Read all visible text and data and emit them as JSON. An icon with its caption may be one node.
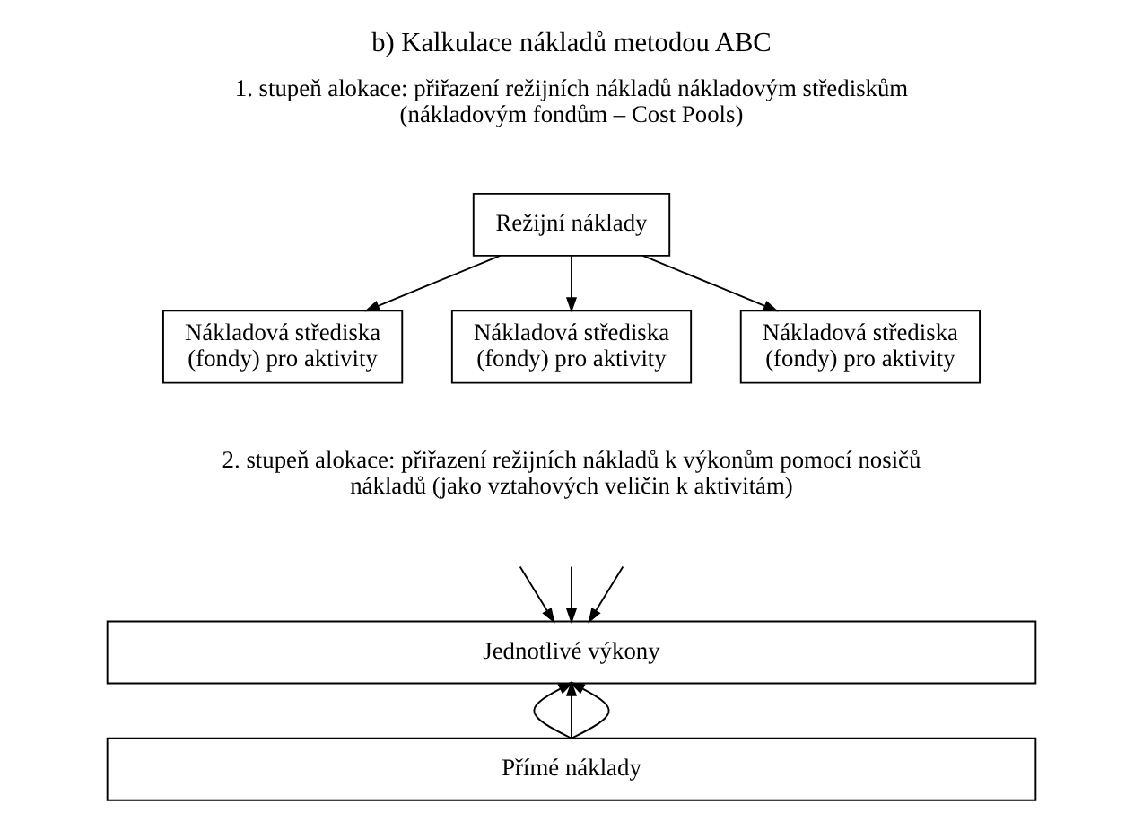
{
  "diagram": {
    "title": "b) Kalkulace nákladů metodou ABC",
    "nodes": [
      {
        "text": [
          "Režijní náklady"
        ]
      },
      {
        "text": [
          "Nákladová střediska (fondy) pro aktivity"
        ]
      },
      {
        "text": [
          "Nákladová střediska (fondy) pro aktivity"
        ]
      },
      {
        "text": [
          "Nákladová střediska (fondy) pro aktivity"
        ]
      },
      {
        "text": [
          "Jednotlivé výkony"
        ]
      },
      {
        "text": [
          "Přímé náklady"
        ]
      }
    ],
    "edges": [
      {
        "from": 0,
        "to": 1,
        "arrow": "to"
      },
      {
        "from": 0,
        "to": 2,
        "arrow": "to"
      },
      {
        "from": 0,
        "to": 3,
        "arrow": "to"
      },
      {
        "from": null,
        "to": 4,
        "arrow": "to"
      },
      {
        "from": null,
        "to": 4,
        "arrow": "to"
      },
      {
        "from": null,
        "to": 4,
        "arrow": "to"
      },
      {
        "from": 5,
        "to": 4,
        "arrow": "to"
      },
      {
        "from": 5,
        "to": 4,
        "arrow": "to"
      },
      {
        "from": 5,
        "to": 4,
        "arrow": "to"
      }
    ],
    "labels": [
      "1. stupeň alokace: přiřazení režijních nákladů nákladovým střediskům (nákladovým fondům – Cost Pools)",
      "2. stupeň alokace: přiřazení režijních nákladů k výkonům pomocí nosičů nákladů (jako vztahových veličin k aktivitám)"
    ]
  }
}
